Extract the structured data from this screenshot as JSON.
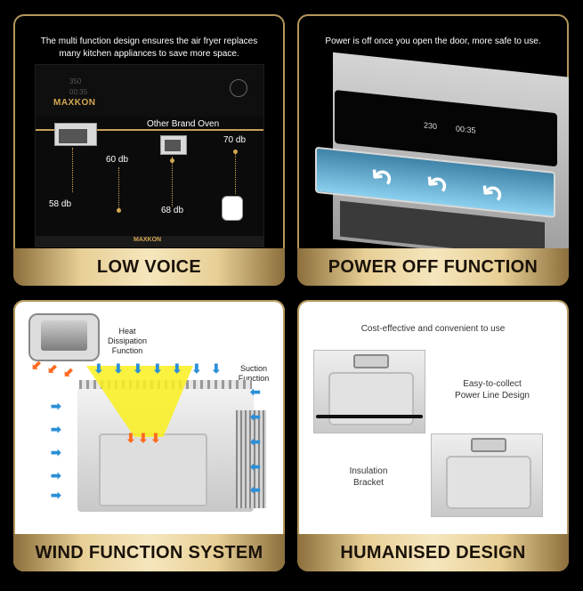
{
  "panels": {
    "low_voice": {
      "caption_line1": "The multi function design ensures the air fryer replaces",
      "caption_line2": "many kitchen appliances to save more space.",
      "brand": "MAXKON",
      "brand_bottom": "MAXKON",
      "display_temp": "350",
      "display_time": "00:35",
      "other_brand": "Other Brand Oven",
      "db_58": "58 db",
      "db_60": "60 db",
      "db_68": "68 db",
      "db_70": "70 db",
      "title": "LOW VOICE"
    },
    "power_off": {
      "caption": "Power is off once you open the door, more safe to use.",
      "display_temp": "230",
      "display_time": "00:35",
      "title": "POWER OFF FUNCTION"
    },
    "wind": {
      "heat_label_1": "Heat",
      "heat_label_2": "Dissipation",
      "heat_label_3": "Function",
      "suction_label_1": "Suction",
      "suction_label_2": "Function",
      "title": "WIND FUNCTION SYSTEM"
    },
    "humanised": {
      "caption": "Cost-effective and convenient to use",
      "easy_1": "Easy-to-collect",
      "easy_2": "Power Line Design",
      "insul_1": "Insulation",
      "insul_2": "Bracket",
      "title": "HUMANISED DESIGN"
    }
  },
  "colors": {
    "gold": "#c7a05a",
    "door_blue": "#3f84a8",
    "arrow_blue": "#2b8fd6",
    "arrow_orange": "#ff6a1f",
    "heat_yellow": "#faf01e"
  }
}
